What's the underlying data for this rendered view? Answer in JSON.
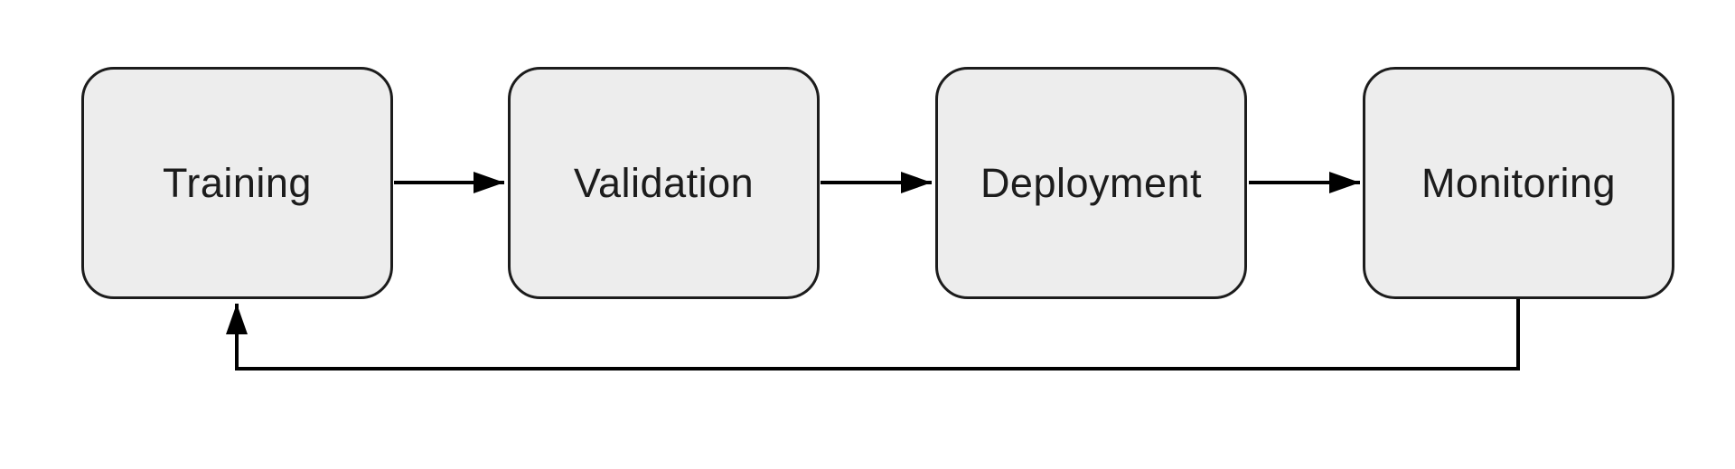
{
  "theme": {
    "background": "#ffffff",
    "node-fill": "#ededed",
    "node-border": "#1c1c1c",
    "arrow": "#000000",
    "text": "#1c1c1c"
  },
  "diagram": {
    "type": "flowchart",
    "direction": "left-to-right",
    "nodes": [
      {
        "id": "training",
        "label": "Training"
      },
      {
        "id": "validation",
        "label": "Validation"
      },
      {
        "id": "deployment",
        "label": "Deployment"
      },
      {
        "id": "monitoring",
        "label": "Monitoring"
      }
    ],
    "edges": [
      {
        "from": "training",
        "to": "validation",
        "type": "straight-arrow"
      },
      {
        "from": "validation",
        "to": "deployment",
        "type": "straight-arrow"
      },
      {
        "from": "deployment",
        "to": "monitoring",
        "type": "straight-arrow"
      },
      {
        "from": "monitoring",
        "to": "training",
        "type": "feedback-loop"
      }
    ]
  }
}
